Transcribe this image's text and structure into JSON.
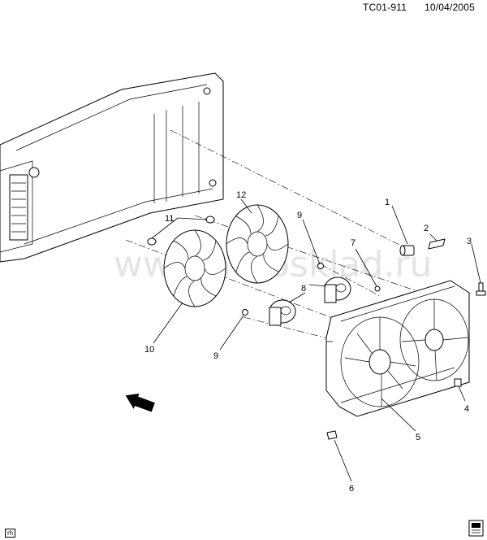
{
  "header": {
    "diagram_id": "TC01-911",
    "date": "10/04/2005"
  },
  "watermark": "www.autosklad.ru",
  "callouts": [
    "1",
    "2",
    "3",
    "4",
    "5",
    "6",
    "7",
    "8",
    "9",
    "9",
    "10",
    "11",
    "12"
  ],
  "corner_tag": "rh",
  "direction_arrow": "FRT",
  "emblem_icon": "book-emblem-icon"
}
